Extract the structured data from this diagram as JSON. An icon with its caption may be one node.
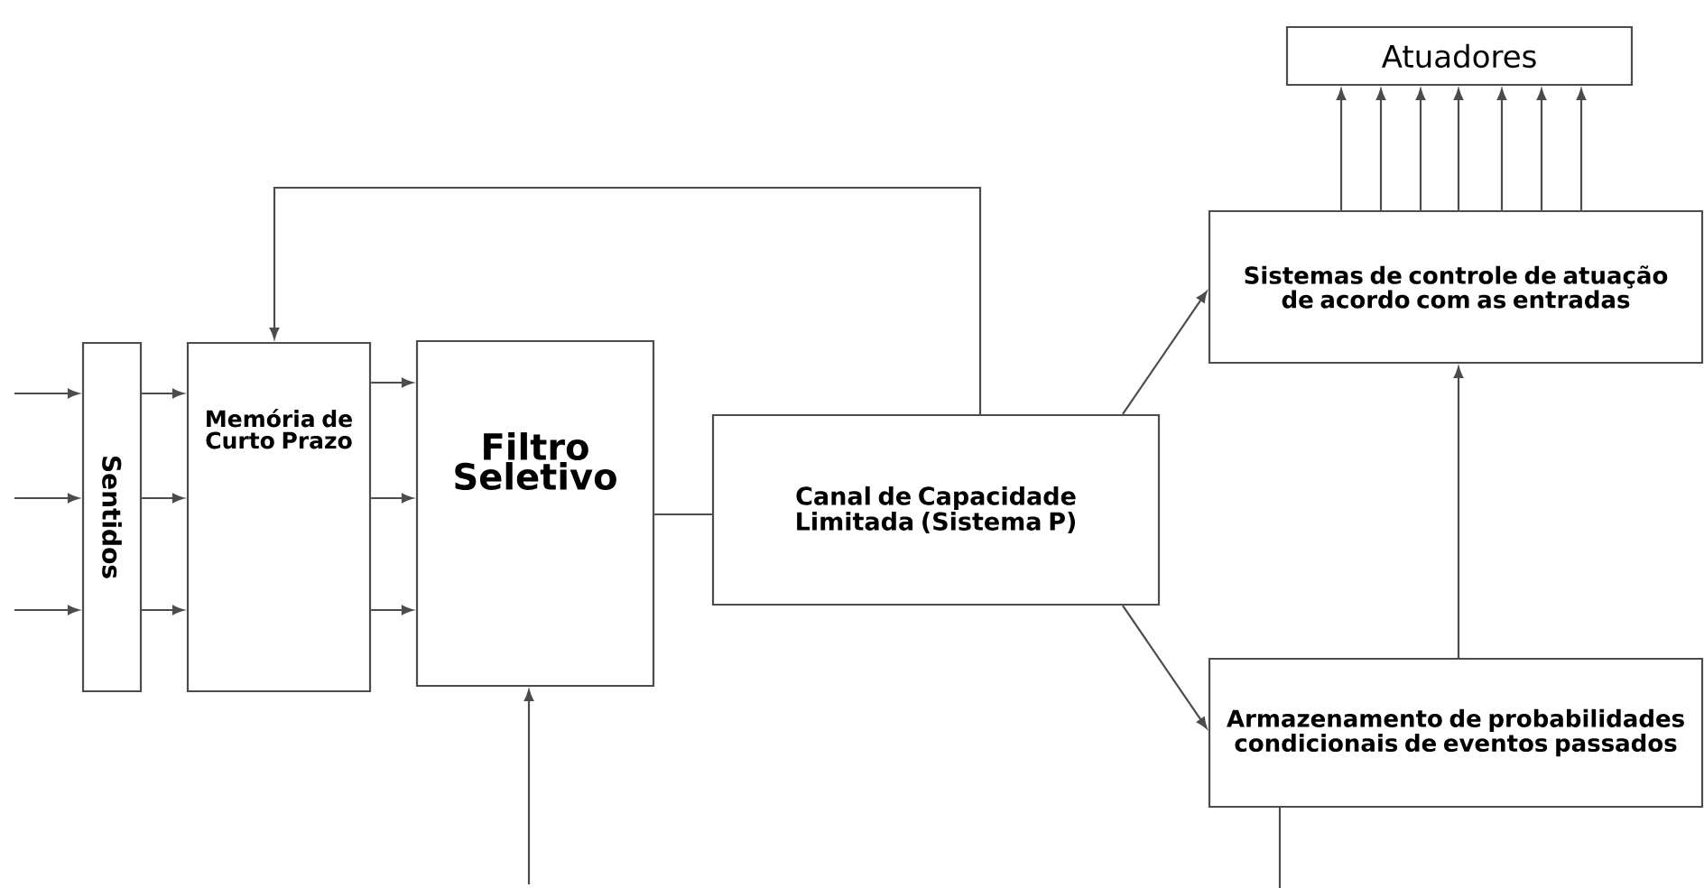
{
  "diagram": {
    "nodes": [
      {
        "text": [
          "Sentidos"
        ]
      },
      {
        "text": [
          "Memória de Curto Prazo"
        ]
      },
      {
        "text": [
          "Filtro Seletivo"
        ]
      },
      {
        "text": [
          "Canal de Capacidade Limitada (Sistema P)"
        ]
      },
      {
        "text": [
          "Sistemas de controle de atuação de acordo com as entradas"
        ]
      },
      {
        "text": [
          "Armazenamento de probabilidades condicionais de eventos passados"
        ]
      },
      {
        "text": [
          "Atuadores"
        ]
      }
    ],
    "edges": [
      {
        "from": null,
        "to": 0,
        "arrow": "to"
      },
      {
        "from": null,
        "to": 0,
        "arrow": "to"
      },
      {
        "from": null,
        "to": 0,
        "arrow": "to"
      },
      {
        "from": 0,
        "to": 1,
        "arrow": "to"
      },
      {
        "from": 0,
        "to": 1,
        "arrow": "to"
      },
      {
        "from": 0,
        "to": 1,
        "arrow": "to"
      },
      {
        "from": 1,
        "to": 2,
        "arrow": "to"
      },
      {
        "from": 1,
        "to": 2,
        "arrow": "to"
      },
      {
        "from": 1,
        "to": 2,
        "arrow": "to"
      },
      {
        "from": 2,
        "to": 3,
        "arrow": "none"
      },
      {
        "from": 3,
        "to": 1,
        "arrow": "to"
      },
      {
        "from": 3,
        "to": 4,
        "arrow": "to"
      },
      {
        "from": 3,
        "to": 5,
        "arrow": "to"
      },
      {
        "from": 5,
        "to": 4,
        "arrow": "to"
      },
      {
        "from": 4,
        "to": 6,
        "arrow": "to"
      },
      {
        "from": 4,
        "to": 6,
        "arrow": "to"
      },
      {
        "from": 4,
        "to": 6,
        "arrow": "to"
      },
      {
        "from": 4,
        "to": 6,
        "arrow": "to"
      },
      {
        "from": 4,
        "to": 6,
        "arrow": "to"
      },
      {
        "from": 4,
        "to": 6,
        "arrow": "to"
      },
      {
        "from": 4,
        "to": 6,
        "arrow": "to"
      },
      {
        "from": null,
        "to": 2,
        "arrow": "to"
      },
      {
        "from": 5,
        "to": null,
        "arrow": "none"
      }
    ]
  }
}
